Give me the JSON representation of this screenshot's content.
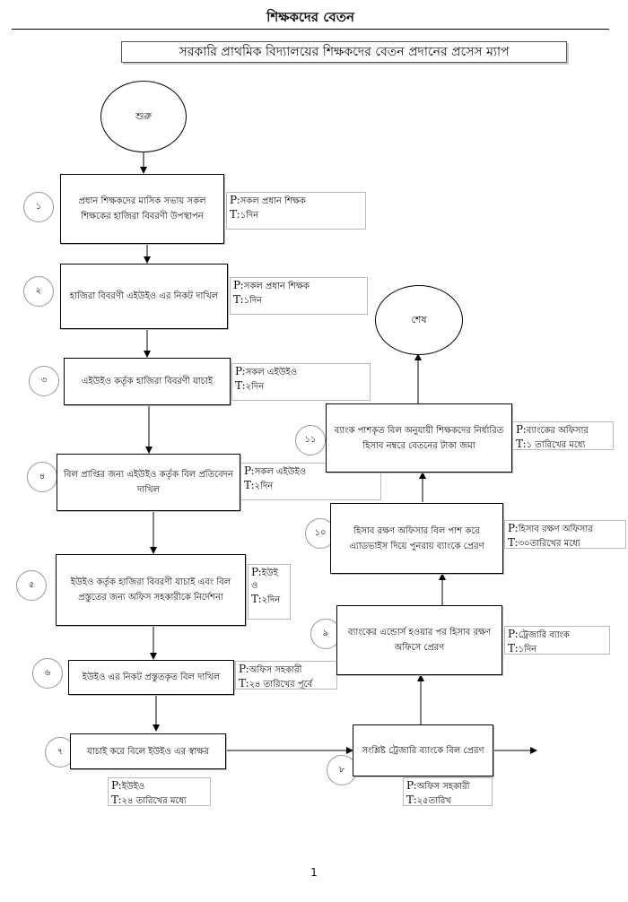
{
  "header": {
    "title": "শিক্ষকদের বেতন"
  },
  "subtitle": "সরকারি প্রাথমিক বিদ্যালয়ের শিক্ষকদের বেতন প্রদানের প্রসেস ম্যাপ",
  "start_label": "শুরু",
  "end_label": "শেষ",
  "steps": [
    {
      "num": "১",
      "text": "প্রধান শিক্ষকদের মাসিক সভায় সকল শিক্ষকের হাজিরা বিবরণী উপস্থাপন",
      "p": "সকল প্রধান শিক্ষক",
      "t": "১দিন"
    },
    {
      "num": "২",
      "text": "হাজিরা বিবরণী এইউইও এর নিকট দাখিল",
      "p": "সকল প্রধান শিক্ষক",
      "t": "১দিন"
    },
    {
      "num": "৩",
      "text": "এইউইও কর্তৃক হাজিরা বিবরণী যাচাই",
      "p": "সকল এইউইও",
      "t": "২দিন"
    },
    {
      "num": "৪",
      "text": "বিল প্রাপ্তির জন্য এইউইও কর্তৃক বিল প্রতিবেদন দাখিল",
      "p": "সকল এইউইও",
      "t": "২দিন"
    },
    {
      "num": "৫",
      "text": "ইউইও কর্তৃক হাজিরা বিবরণী যাচাই এবং বিল প্রস্তুতের জন্য অফিস সহকারীকে নির্দেশনা",
      "p": "ইউই ও",
      "t": "২দিন"
    },
    {
      "num": "৬",
      "text": "ইউইও এর নিকট প্রস্তুতকৃত বিল দাখিল",
      "p": "অফিস সহকারী",
      "t": "২৪ তারিখের পূর্বে"
    },
    {
      "num": "৭",
      "text": "যাচাই করে বিলে ইউইও এর স্বাক্ষর",
      "p": "ইউইও",
      "t": "২৪ তারিখের মধ্যে"
    },
    {
      "num": "৮",
      "text": "সংশ্লিষ্ট ট্রেজারি ব্যাংকে বিল প্রেরণ",
      "p": "অফিস সহকারী",
      "t": "২৫তারিখ"
    },
    {
      "num": "৯",
      "text": "ব্যাংকের এন্ডোর্স হওয়ার পর হিসাব রক্ষণ অফিসে প্রেরণ",
      "p": "ট্রেজারি ব্যাংক",
      "t": "১দিন"
    },
    {
      "num": "১০",
      "text": "হিসাব রক্ষণ অফিসার বিল পাশ করে এ্যাডভাইস দিয়ে পুনরায় ব্যাংকে প্রেরণ",
      "p": "হিসাব রক্ষণ অফিসার",
      "t": "৩০তারিখের মধ্যে"
    },
    {
      "num": "১১",
      "text": "ব্যাংক পাশকৃত বিল অনুযায়ী শিক্ষকদের নির্ধারিত হিসাব নম্বরে বেতনের টাকা জমা",
      "p": "ব্যাংকের অফিসার",
      "t": "১ তারিখের মধ্যে"
    }
  ],
  "p_prefix": "P:",
  "t_prefix": "T:",
  "page_number": "1"
}
